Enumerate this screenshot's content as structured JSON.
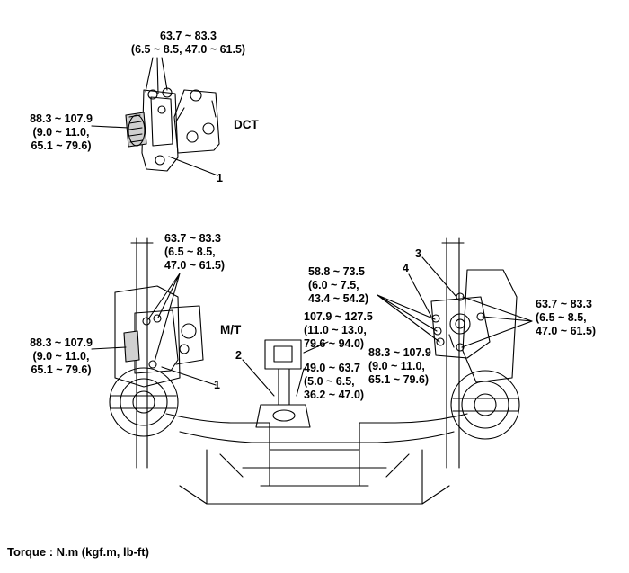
{
  "dct_group": {
    "title": "DCT",
    "top_torque": [
      "63.7 ~ 83.3",
      "(6.5 ~ 8.5, 47.0 ~ 61.5)"
    ],
    "left_torque": [
      "88.3 ~ 107.9",
      "(9.0 ~ 11.0,",
      "65.1 ~ 79.6)"
    ],
    "callout_1": "1"
  },
  "mt_group": {
    "title": "M/T",
    "top_torque": [
      "63.7 ~ 83.3",
      "(6.5 ~ 8.5,",
      "47.0 ~ 61.5)"
    ],
    "left_torque": [
      "88.3 ~ 107.9",
      "(9.0 ~ 11.0,",
      "65.1 ~ 79.6)"
    ],
    "callout_1": "1"
  },
  "center_group": {
    "callout_2": "2",
    "upper_torque": [
      "107.9 ~ 127.5",
      "(11.0 ~ 13.0,",
      "79.6 ~ 94.0)"
    ],
    "lower_torque": [
      "49.0 ~ 63.7",
      "(5.0 ~ 6.5,",
      "36.2 ~ 47.0)"
    ]
  },
  "right_group": {
    "callout_3": "3",
    "callout_4": "4",
    "left_torque": [
      "58.8 ~ 73.5",
      "(6.0 ~ 7.5,",
      "43.4 ~ 54.2)"
    ],
    "lower_torque": [
      "88.3 ~ 107.9",
      "(9.0 ~ 11.0,",
      "65.1 ~ 79.6)"
    ],
    "right_torque": [
      "63.7 ~ 83.3",
      "(6.5 ~ 8.5,",
      "47.0 ~ 61.5)"
    ]
  },
  "footer": {
    "torque_units": "Torque : N.m (kgf.m, lb-ft)"
  },
  "colors": {
    "ink": "#000000",
    "paper": "#ffffff",
    "shade": "#9a9a9a"
  }
}
